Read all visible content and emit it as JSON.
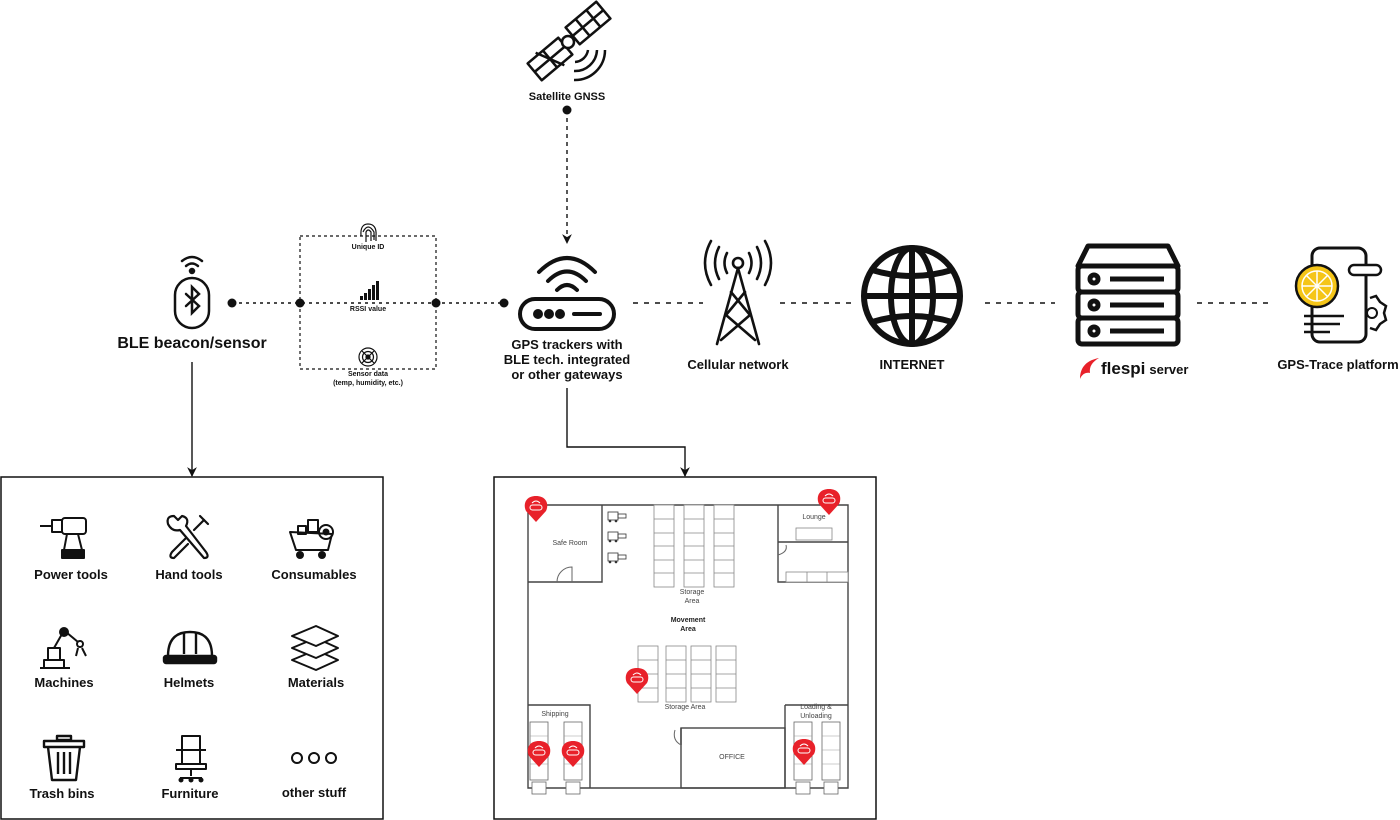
{
  "nodes": {
    "satellite": {
      "label": "Satellite GNSS"
    },
    "beacon": {
      "label": "BLE beacon/sensor"
    },
    "tracker": {
      "lines": [
        "GPS trackers with",
        "BLE tech. integrated",
        "or other gateways"
      ]
    },
    "cellular": {
      "label": "Cellular network"
    },
    "internet": {
      "label": "INTERNET"
    },
    "server": {
      "brand": "flespi",
      "label": "server"
    },
    "platform": {
      "label": "GPS-Trace platform"
    }
  },
  "data_box": {
    "unique_id": "Unique ID",
    "rssi": "RSSI value",
    "sensor_title": "Sensor data",
    "sensor_sub": "(temp, humidity, etc.)"
  },
  "assets": [
    {
      "label": "Power tools",
      "icon": "drill-icon"
    },
    {
      "label": "Hand tools",
      "icon": "wrench-icon"
    },
    {
      "label": "Consumables",
      "icon": "cart-icon"
    },
    {
      "label": "Machines",
      "icon": "robot-arm-icon"
    },
    {
      "label": "Helmets",
      "icon": "helmet-icon"
    },
    {
      "label": "Materials",
      "icon": "layers-icon"
    },
    {
      "label": "Trash bins",
      "icon": "trash-icon"
    },
    {
      "label": "Furniture",
      "icon": "chair-icon"
    },
    {
      "label": "other stuff",
      "icon": "dots-icon"
    }
  ],
  "floorplan": {
    "safe_room": "Safe Room",
    "lounge": "Lounge",
    "storage_area_top": [
      "Storage",
      "Area"
    ],
    "movement_area": [
      "Movement",
      "Area"
    ],
    "storage_area": "Storage Area",
    "shipping": "Shipping",
    "loading": [
      "Loading &",
      "Unloading"
    ],
    "office": "OFFICE"
  },
  "colors": {
    "ink": "#111111",
    "pin": "#e8212a",
    "lemon": "#f5c518",
    "line": "#222222"
  }
}
